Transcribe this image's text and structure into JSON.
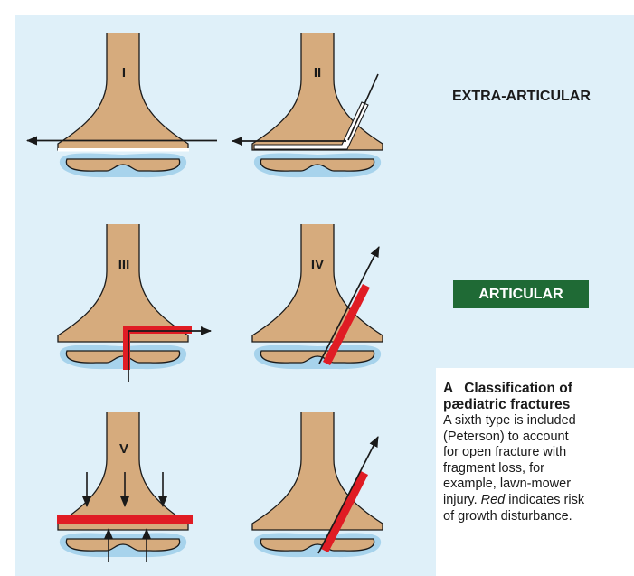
{
  "figure": {
    "type_labels": [
      "I",
      "II",
      "III",
      "IV",
      "V"
    ],
    "extra_articular_label": "EXTRA-ARTICULAR",
    "articular_label": "ARTICULAR",
    "caption": {
      "letter": "A",
      "title_line1": "Classification of",
      "title_line2": "pædiatric fractures",
      "body_lines": [
        "A sixth type is included",
        "(Peterson) to account",
        "for open fracture with",
        "fragment loss, for",
        "example, lawn-mower"
      ],
      "body_last_pre": "injury. ",
      "body_last_em": "Red",
      "body_last_post": " indicates risk",
      "body_final": "of growth disturbance."
    }
  },
  "colors": {
    "panel_bg": "#dff0f9",
    "bone": "#d6ab7d",
    "outline": "#1a1a1a",
    "growth_plate": "#a7d3ec",
    "risk_red": "#e01c24",
    "articular_badge": "#1f6a35"
  }
}
